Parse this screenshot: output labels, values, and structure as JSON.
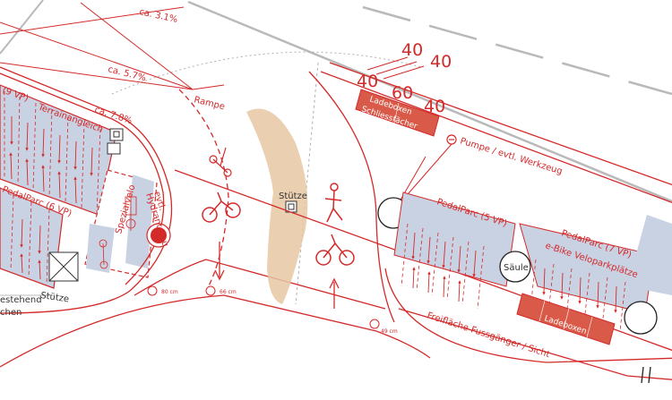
{
  "colors": {
    "line": "#d42a2a",
    "zone": "#c9d2e3",
    "box_fill": "#d95a48",
    "path_tan": "#e6c7a3",
    "grey_line": "#b9b9b9",
    "dark": "#333333"
  },
  "slopes": {
    "s1": "ca. 3.1%",
    "s2": "ca. 5.7%",
    "s3": "ca. 7.8%",
    "rampe": "Rampe"
  },
  "speed": {
    "row1": [
      "40",
      "40"
    ],
    "row2": [
      "40",
      "60",
      "40"
    ]
  },
  "storage": {
    "ladeboxen_top_1": "Ladeboxen",
    "ladeboxen_top_2": "Schliessfächer",
    "ladeboxen_bottom": "Ladeboxen"
  },
  "pump": {
    "label": "Pumpe / evtl. Werkzeug"
  },
  "left_area": {
    "vp9": "(9 VP)",
    "terrain": "Terrainangleich",
    "pedalparc6": "PedalParc (6 VP)",
    "spezialvelo": "Spezialvelo",
    "hydrant_1": "evtl.",
    "hydrant_2": "Hydrant neu",
    "stuetze": "Stütze",
    "bestehend_1": "estehend",
    "bestehend_2": "chen"
  },
  "middle": {
    "stuetze": "Stütze"
  },
  "dimensions": {
    "d1": "80 cm",
    "d2": "66 cm",
    "d3": "49 cm"
  },
  "right_area": {
    "pedalparc5": "PedalParc (5 VP)",
    "pedalparc7": "PedalParc (7 VP)",
    "ebike": "e-Bike Veloparkplätze",
    "saeule": "Säule",
    "freiflaeche": "Freifläche Fussgänger / Sicht"
  },
  "icons": [
    "scooter-icon",
    "bicycle-icon",
    "pedestrian-icon",
    "cargo-bike-icon",
    "hydrant-icon",
    "support-column-icon",
    "pump-icon",
    "arrow-up-icon"
  ]
}
